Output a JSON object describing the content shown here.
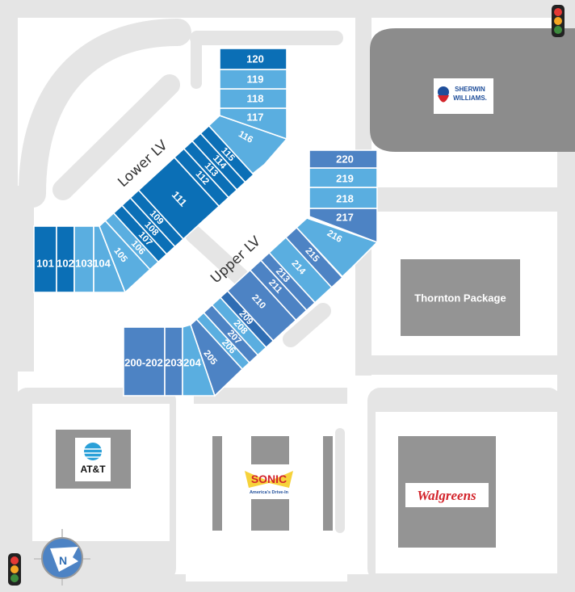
{
  "map": {
    "colors": {
      "lower_dark": "#0b6fb6",
      "light": "#5aaee0",
      "upper_mid": "#4d83c4",
      "upper_deep": "#2f6db3",
      "road": "#e5e5e5",
      "building": "#949494"
    },
    "areas": {
      "lower": "Lower LV",
      "upper": "Upper LV"
    },
    "lower_sections": {
      "s101": "101",
      "s102": "102",
      "s103": "103",
      "s104": "104",
      "s105": "105",
      "s106": "106",
      "s107": "107",
      "s108": "108",
      "s109": "109",
      "s111": "111",
      "s112": "112",
      "s113": "113",
      "s114": "114",
      "s115": "115",
      "s116": "116",
      "s117": "117",
      "s118": "118",
      "s119": "119",
      "s120": "120"
    },
    "upper_sections": {
      "s200": "200-202",
      "s203": "203",
      "s204": "204",
      "s205": "205",
      "s206": "206",
      "s207": "207",
      "s208": "208",
      "s209": "209",
      "s210": "210",
      "s211": "211",
      "s213": "213",
      "s214": "214",
      "s215": "215",
      "s216": "216",
      "s217": "217",
      "s218": "218",
      "s219": "219",
      "s220": "220"
    },
    "landmarks": {
      "sherwin_williams": "Sherwin Williams",
      "sherwin_line1": "SHERWIN",
      "sherwin_line2": "WILLIAMS.",
      "thornton": "Thornton Package",
      "att": "AT&T",
      "sonic": "SONIC",
      "sonic_tagline": "America's Drive-In",
      "walgreens": "Walgreens"
    },
    "compass": {
      "label": "N",
      "icon": "compass-icon"
    },
    "traffic_light_icon": "traffic-light-icon"
  }
}
